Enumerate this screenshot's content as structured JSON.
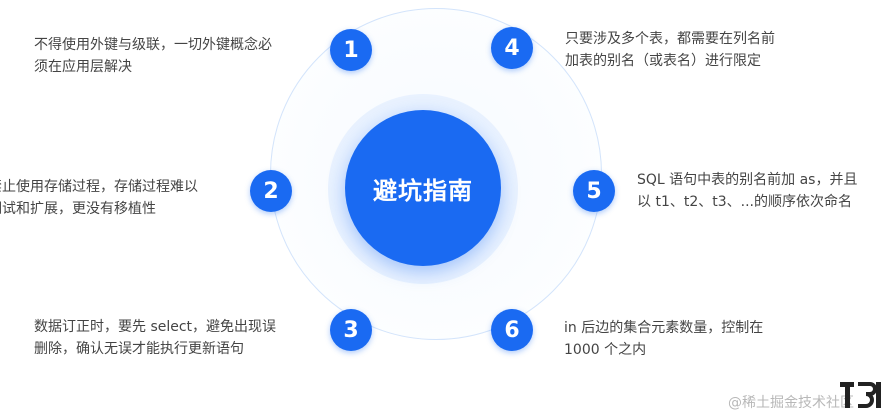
{
  "center": {
    "title": "避坑指南"
  },
  "items": [
    {
      "number": "1",
      "lines": [
        "不得使用外键与级联，一切外键概念必",
        "须在应用层解决"
      ]
    },
    {
      "number": "2",
      "lines": [
        "禁止使用存储过程，存储过程难以",
        "调试和扩展，更没有移植性"
      ]
    },
    {
      "number": "3",
      "lines": [
        "数据订正时，要先 select，避免出现误",
        "删除，确认无误才能执行更新语句"
      ]
    },
    {
      "number": "4",
      "lines": [
        "只要涉及多个表，都需要在列名前",
        "加表的别名（或表名）进行限定"
      ]
    },
    {
      "number": "5",
      "lines": [
        "SQL 语句中表的别名前加 as，并且",
        "以 t1、t2、t3、...的顺序依次命名"
      ]
    },
    {
      "number": "6",
      "lines": [
        "in 后边的集合元素数量，控制在",
        "1000 个之内"
      ]
    }
  ],
  "watermark": {
    "text": "@稀土掘金技术社区"
  },
  "colors": {
    "accent": "#1a6af2",
    "halo": "#e9f2ff",
    "ring": "#d3e4fb"
  }
}
